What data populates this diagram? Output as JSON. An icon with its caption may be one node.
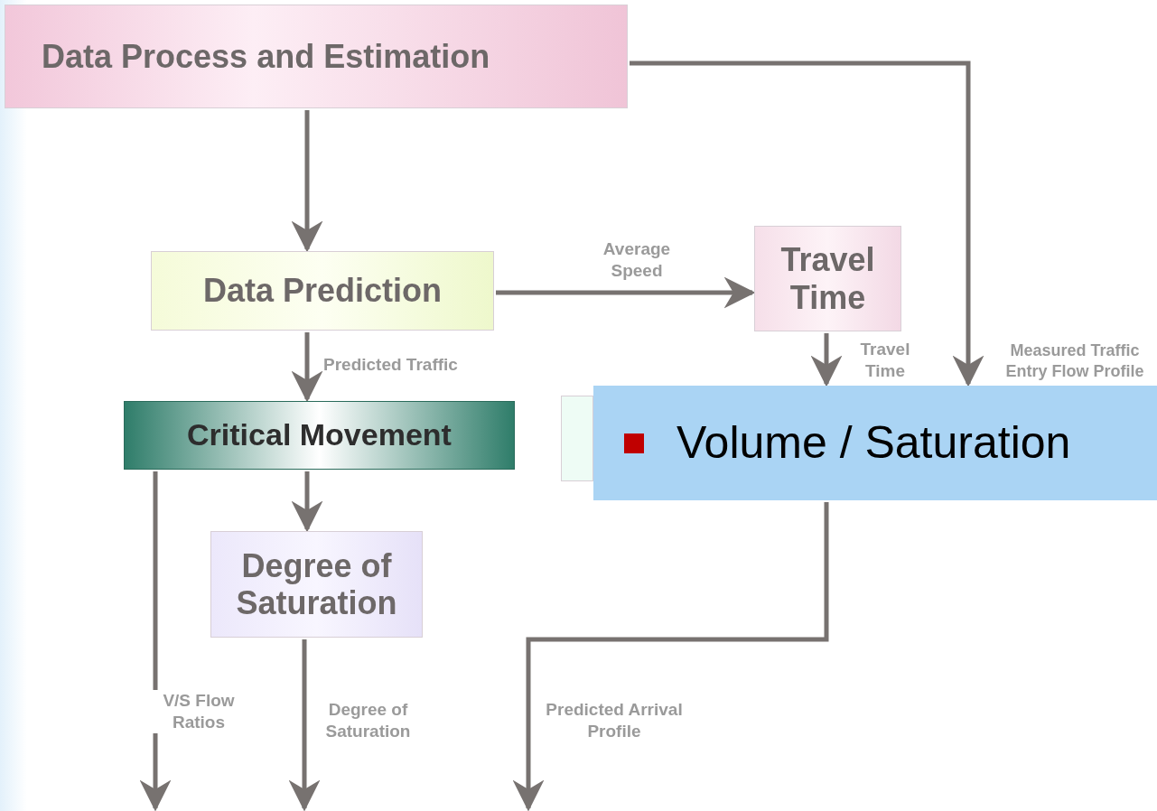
{
  "diagram": {
    "nodes": [
      {
        "text": [
          "Data Process and Estimation"
        ]
      },
      {
        "text": [
          "Data Prediction"
        ]
      },
      {
        "text": [
          "Travel Time"
        ]
      },
      {
        "text": [
          "Critical Movement"
        ]
      },
      {
        "text": [],
        "shape": "box"
      },
      {
        "text": [
          "Degree of Saturation"
        ]
      },
      {
        "text": [
          "Volume / Saturation"
        ]
      }
    ],
    "edges": [
      {
        "from": 0,
        "to": 1,
        "arrow": "to"
      },
      {
        "from": 1,
        "to": 2,
        "arrow": "to",
        "label": "Average Speed"
      },
      {
        "from": 2,
        "to": 6,
        "arrow": "to",
        "label": "Travel Time"
      },
      {
        "from": 0,
        "to": 6,
        "arrow": "to",
        "label": "Measured Traffic Entry Flow Profile"
      },
      {
        "from": 1,
        "to": 3,
        "arrow": "to",
        "label": "Predicted Traffic"
      },
      {
        "from": 3,
        "to": 5,
        "arrow": "to"
      },
      {
        "from": 3,
        "to": null,
        "arrow": "to",
        "label": "V/S Flow Ratios"
      },
      {
        "from": 5,
        "to": null,
        "arrow": "to",
        "label": "Degree of Saturation"
      },
      {
        "from": 6,
        "to": null,
        "arrow": "to",
        "label": "Predicted Arrival Profile"
      }
    ]
  }
}
